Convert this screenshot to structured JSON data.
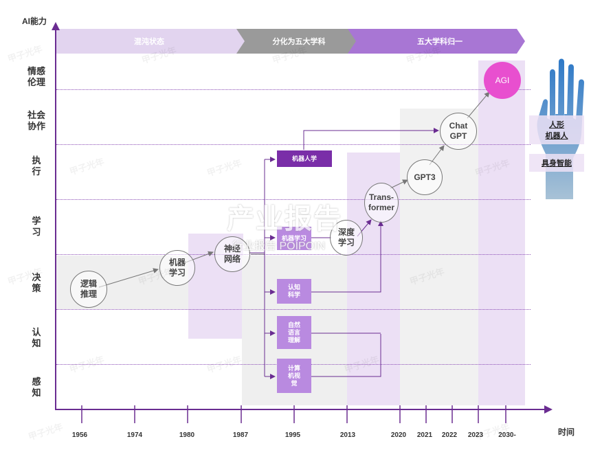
{
  "axes": {
    "y_title": "AI能力",
    "x_title": "时间",
    "y_levels": [
      {
        "l1": "情感",
        "l2": "伦理"
      },
      {
        "l1": "社会",
        "l2": "协作"
      },
      {
        "l1": "执",
        "l2": "行"
      },
      {
        "l1": "学",
        "l2": "习"
      },
      {
        "l1": "决",
        "l2": "策"
      },
      {
        "l1": "认",
        "l2": "知"
      },
      {
        "l1": "感",
        "l2": "知"
      }
    ],
    "x_ticks": [
      "1956",
      "1974",
      "1980",
      "1987",
      "1995",
      "2013",
      "2020",
      "2021",
      "2022",
      "2023",
      "2030-"
    ]
  },
  "phases": [
    {
      "label": "混沌状态"
    },
    {
      "label": "分化为五大学科"
    },
    {
      "label": "五大学科归一"
    }
  ],
  "nodes": {
    "logic": {
      "l1": "逻辑",
      "l2": "推理"
    },
    "ml": {
      "l1": "机器",
      "l2": "学习"
    },
    "nn": {
      "l1": "神经",
      "l2": "网络"
    },
    "dl": {
      "l1": "深度",
      "l2": "学习"
    },
    "transformer": {
      "l1": "Trans-",
      "l2": "former"
    },
    "gpt3": {
      "l1": "GPT3"
    },
    "chatgpt": {
      "l1": "Chat",
      "l2": "GPT"
    },
    "agi": {
      "l1": "AGI"
    }
  },
  "disciplines": {
    "robotics": "机器人学",
    "ml_box": "机器学习",
    "cogsci": {
      "l1": "认知",
      "l2": "科学"
    },
    "nlp": {
      "l1": "自然",
      "l2": "语言",
      "l3": "理解"
    },
    "cv": {
      "l1": "计算",
      "l2": "机视",
      "l3": "觉"
    }
  },
  "right_labels": {
    "humanoid": {
      "l1": "人形",
      "l2": "机器人"
    },
    "embodied": "具身智能"
  },
  "watermarks": {
    "brand": "甲子光年",
    "center_big": "产业报告",
    "center_small": "行业报告 POIPOIN"
  },
  "colors": {
    "axis": "#6a2c91",
    "phase1": "#e2d4ef",
    "phase2": "#9a9a9a",
    "phase3": "#a876d4",
    "purple_box": "#b98ae0",
    "dark_box": "#7a2ea8",
    "agi": "#e84fcf"
  }
}
